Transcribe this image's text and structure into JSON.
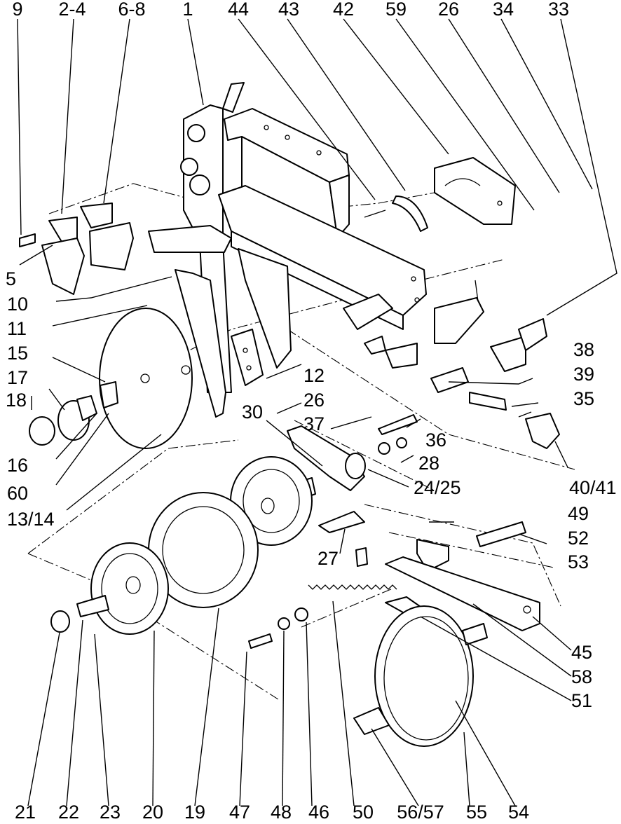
{
  "callouts_top": [
    "9",
    "2-4",
    "6-8",
    "1",
    "44",
    "43",
    "42",
    "59",
    "26",
    "34",
    "33"
  ],
  "callouts_left": [
    "5",
    "10",
    "11",
    "15",
    "17",
    "18",
    "16",
    "60",
    "13/14"
  ],
  "callouts_right": [
    "12",
    "38",
    "39",
    "35",
    "26",
    "37",
    "30",
    "36",
    "28",
    "24/25",
    "40/41",
    "49",
    "52",
    "53",
    "27",
    "45",
    "58",
    "51"
  ],
  "callouts_bottom": [
    "21",
    "22",
    "23",
    "20",
    "19",
    "47",
    "48",
    "46",
    "50",
    "56/57",
    "55",
    "54"
  ]
}
